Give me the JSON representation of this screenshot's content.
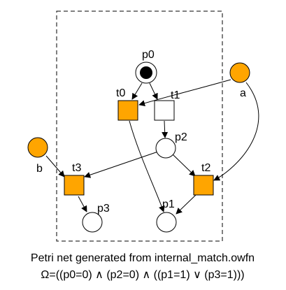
{
  "colors": {
    "interface": "#ffa500",
    "white": "#ffffff",
    "stroke": "#000000"
  },
  "places": {
    "p0": {
      "label": "p0",
      "tokens": 1
    },
    "p1": {
      "label": "p1",
      "tokens": 0
    },
    "p2": {
      "label": "p2",
      "tokens": 0
    },
    "p3": {
      "label": "p3",
      "tokens": 0
    },
    "a": {
      "label": "a",
      "interface": true
    },
    "b": {
      "label": "b",
      "interface": true
    }
  },
  "transitions": {
    "t0": {
      "label": "t0",
      "filled": true
    },
    "t1": {
      "label": "t1",
      "filled": false
    },
    "t2": {
      "label": "t2",
      "filled": true
    },
    "t3": {
      "label": "t3",
      "filled": true
    }
  },
  "arcs": [
    [
      "p0",
      "t0"
    ],
    [
      "p0",
      "t1"
    ],
    [
      "t1",
      "p2"
    ],
    [
      "p2",
      "t3"
    ],
    [
      "p2",
      "t2"
    ],
    [
      "t0",
      "p1"
    ],
    [
      "t2",
      "p1"
    ],
    [
      "t3",
      "p3"
    ],
    [
      "a",
      "t0"
    ],
    [
      "a",
      "t2"
    ],
    [
      "b",
      "t3"
    ]
  ],
  "caption": {
    "line1": "Petri net generated from internal_match.owfn",
    "line2": "Ω=((p0=0) ∧ (p2=0) ∧ ((p1=1) ∨ (p3=1)))"
  }
}
